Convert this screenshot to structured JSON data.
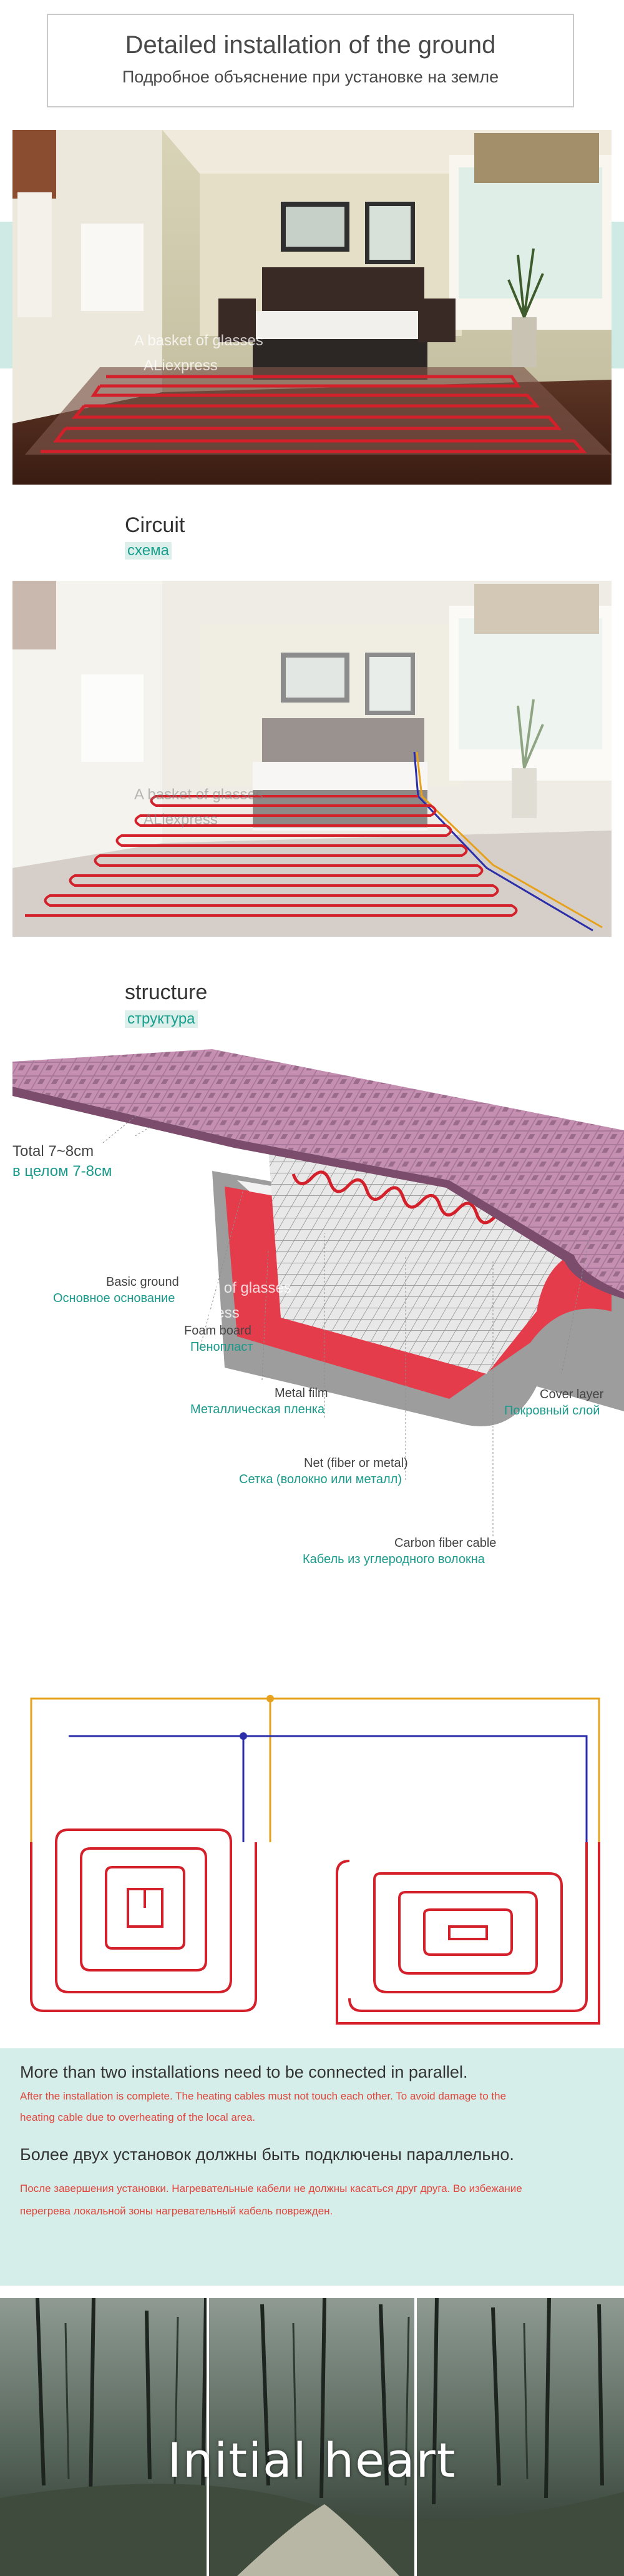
{
  "header": {
    "title_en": "Detailed installation of the ground",
    "title_ru": "Подробное объяснение при установке на земле"
  },
  "watermark": {
    "line1": "A basket of glasses",
    "line2": "ALiexpress"
  },
  "circuit": {
    "heading_en": "Circuit",
    "heading_ru": "схема"
  },
  "structure": {
    "heading_en": "structure",
    "heading_ru": "структура",
    "labels": [
      {
        "en": "Total 7~8cm",
        "ru": "в целом 7-8см"
      },
      {
        "en": "Basic ground",
        "ru": "Основное основание"
      },
      {
        "en": "Foam board",
        "ru": "Пенопласт"
      },
      {
        "en": "Metal film",
        "ru": "Металлическая пленка"
      },
      {
        "en": "Net (fiber or metal)",
        "ru": "Сетка (волокно или металл)"
      },
      {
        "en": "Carbon fiber cable",
        "ru": "Кабель из углеродного волокна"
      },
      {
        "en": "Cover layer",
        "ru": "Покровный слой"
      }
    ]
  },
  "notice": {
    "en_title": "More than two installations need to be connected in parallel.",
    "en_line1": "After the installation is complete. The heating cables must not touch each other. To avoid damage to the",
    "en_line2": "heating cable due to overheating of the local area.",
    "ru_title": "Более двух установок должны быть подключены параллельно.",
    "ru_line1": "После завершения установки. Нагревательные кабели не должны касаться друг друга. Во избежание",
    "ru_line2": "перегрева локальной зоны нагревательный кабель поврежден."
  },
  "banner": {
    "title": "Initial heart"
  },
  "colors": {
    "accent_teal": "#17a08e",
    "cable_red": "#d3202a",
    "wire_blue": "#2b2ea8",
    "wire_orange": "#e6a11d",
    "band_teal": "#d5eeea"
  }
}
